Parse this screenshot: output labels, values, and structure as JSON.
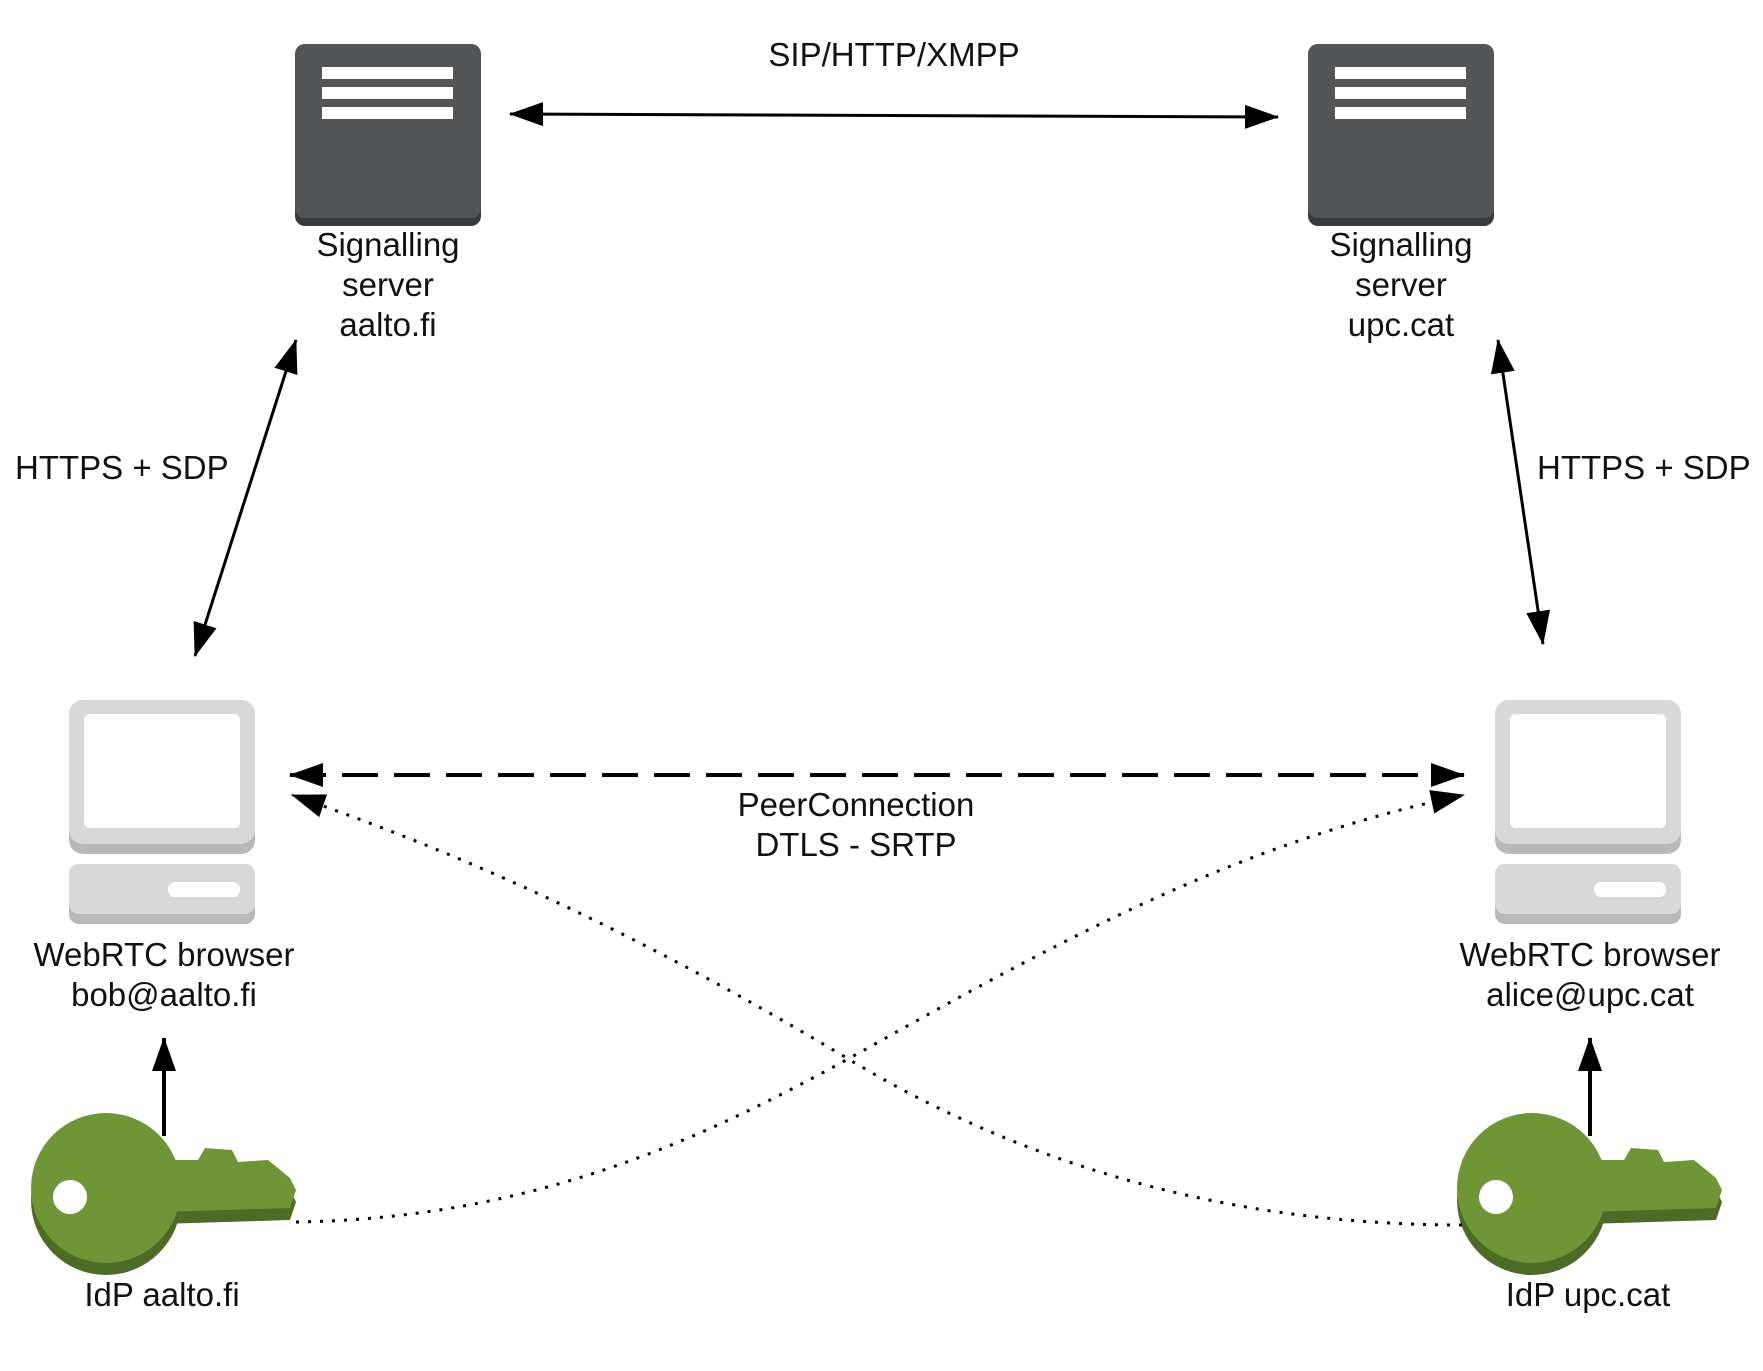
{
  "servers": {
    "left": {
      "line1": "Signalling",
      "line2": "server",
      "line3": "aalto.fi"
    },
    "right": {
      "line1": "Signalling",
      "line2": "server",
      "line3": "upc.cat"
    }
  },
  "browsers": {
    "left": {
      "line1": "WebRTC browser",
      "line2": "bob@aalto.fi"
    },
    "right": {
      "line1": "WebRTC browser",
      "line2": "alice@upc.cat"
    }
  },
  "idps": {
    "left": {
      "label": "IdP aalto.fi"
    },
    "right": {
      "label": "IdP upc.cat"
    }
  },
  "connections": {
    "server_to_server": "SIP/HTTP/XMPP",
    "left_https": "HTTPS + SDP",
    "right_https": "HTTPS + SDP",
    "peer_line1": "PeerConnection",
    "peer_line2": "DTLS - SRTP"
  },
  "icons": {
    "server": "server-icon",
    "browser": "computer-icon",
    "idp": "key-icon"
  },
  "colors": {
    "server_fill": "#4a4b4d",
    "computer_fill": "#d6d6d6",
    "key_fill": "#6f9636",
    "key_shadow": "#4c6b24",
    "line": "#000000"
  }
}
